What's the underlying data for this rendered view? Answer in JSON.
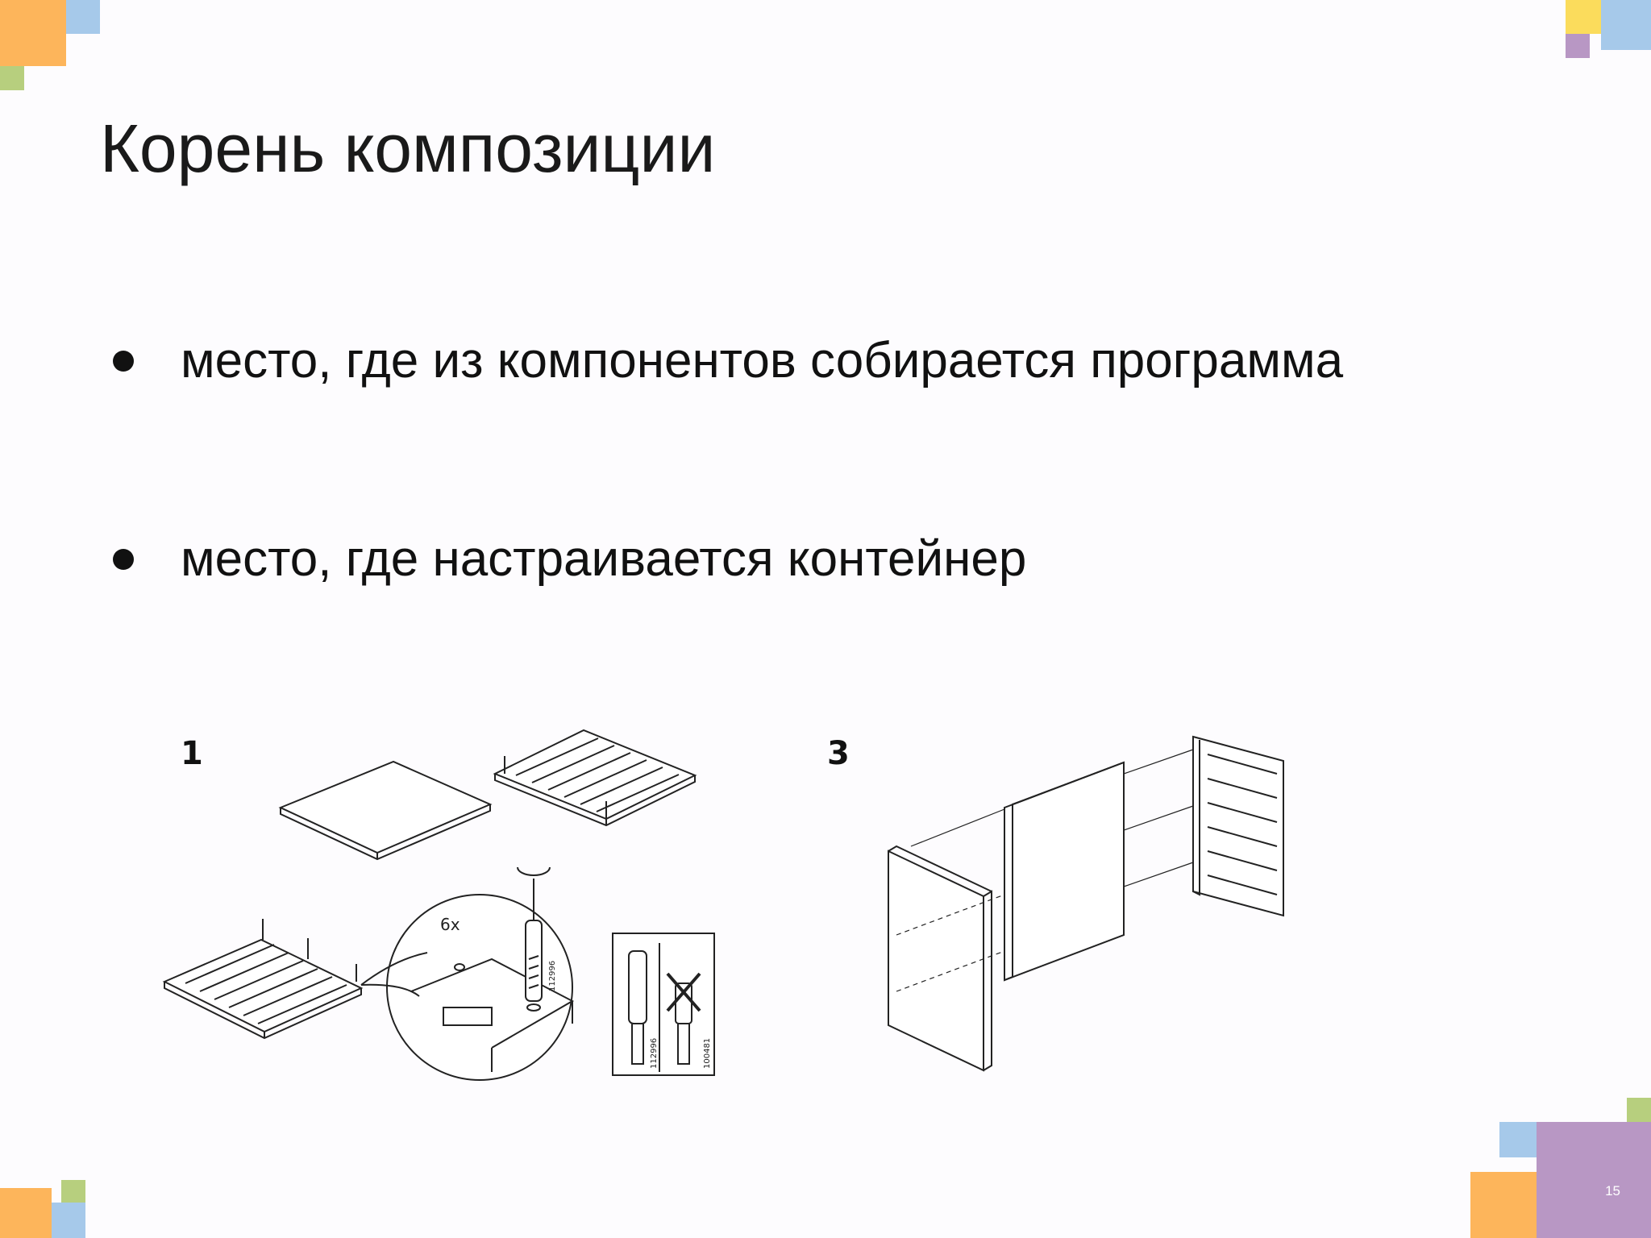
{
  "slide": {
    "title": "Корень композиции",
    "bullets": [
      "место, где из компонентов собирается программа",
      "место, где настраивается контейнер"
    ],
    "page_number": "15"
  },
  "illustration": {
    "step_one_label": "1",
    "step_three_label": "3",
    "count_label": "6x",
    "part_number_main": "112996",
    "part_number_correct": "112996",
    "part_number_wrong": "100481"
  },
  "colors": {
    "orange": "#fdb55b",
    "blue": "#a6c9ea",
    "green": "#b7cf7e",
    "yellow": "#fbdc5c",
    "purple": "#b897c4"
  }
}
